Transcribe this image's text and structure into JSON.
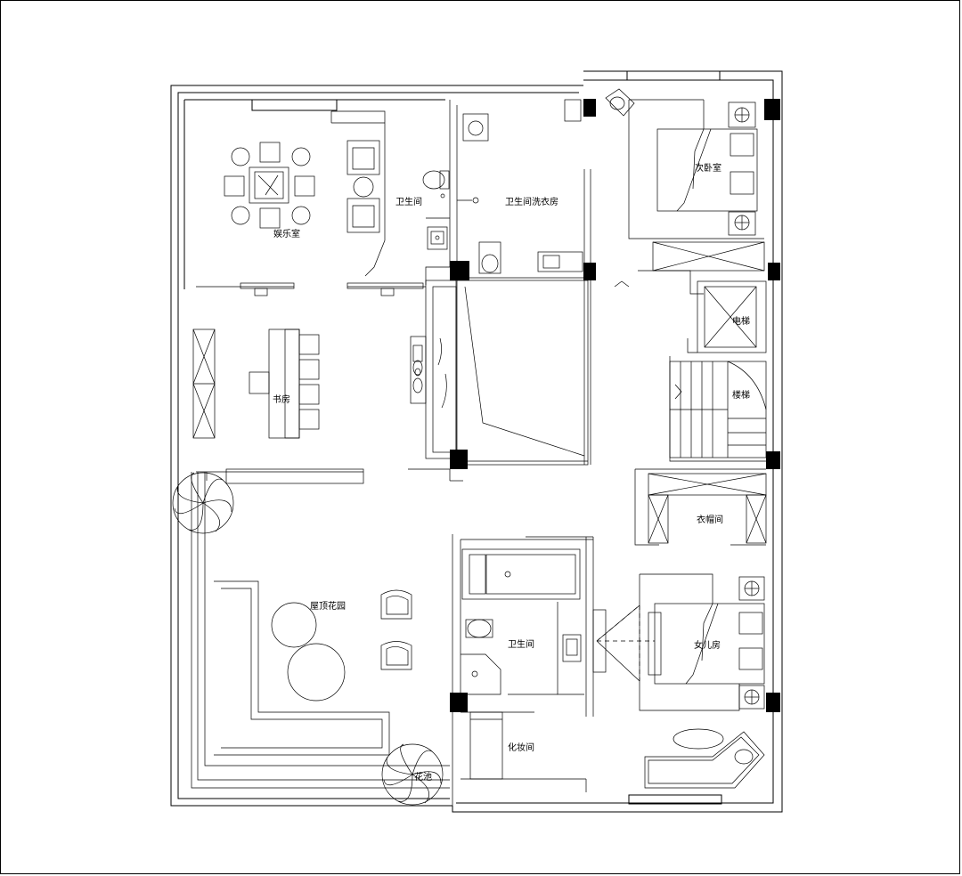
{
  "rooms": {
    "entertainment": "娱乐室",
    "bathroom_nw": "卫生间",
    "bath_laundry": "卫生间洗衣房",
    "second_bedroom": "次卧室",
    "elevator": "电梯",
    "stairs": "楼梯",
    "study": "书房",
    "cloakroom": "衣帽间",
    "roof_garden": "屋顶花园",
    "bathroom_s": "卫生间",
    "daughter_room": "女儿房",
    "dressing": "化妆间",
    "flower_pond": "花池"
  }
}
